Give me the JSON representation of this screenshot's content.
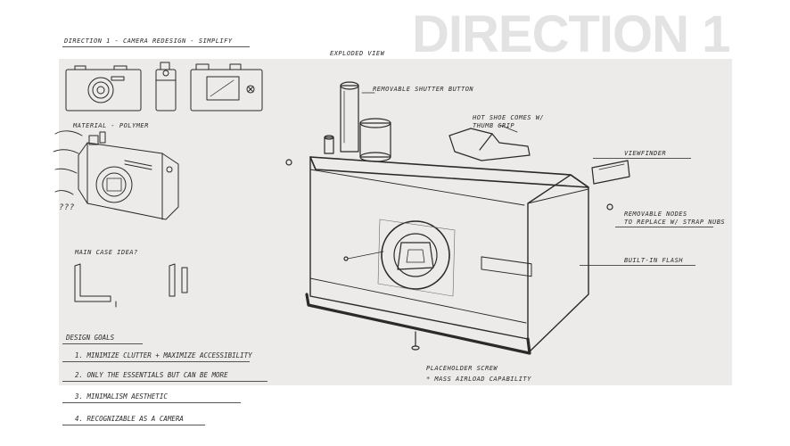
{
  "page": {
    "big_title": "DIRECTION 1",
    "direction_label": "DIRECTION 1 - CAMERA REDESIGN - SIMPLIFY",
    "exploded_view": "EXPLODED VIEW"
  },
  "labels": {
    "material": "MATERIAL - POLYMER",
    "question": "???",
    "main_case": "MAIN CASE IDEA?",
    "shutter": "REMOVABLE SHUTTER BUTTON",
    "hotshoe": "HOT SHOE COMES W/ THUMB GRIP",
    "viewfinder": "VIEWFINDER",
    "nodes_1": "REMOVABLE NODES",
    "nodes_2": "TO REPLACE W/ STRAP NUBS",
    "flash": "BUILT-IN FLASH",
    "screw_1": "PLACEHOLDER SCREW",
    "screw_2": "* MASS AIRLOAD CAPABILITY"
  },
  "goals": {
    "heading": "DESIGN GOALS",
    "items": [
      "1. MINIMIZE CLUTTER + MAXIMIZE ACCESSIBILITY",
      "2. ONLY THE ESSENTIALS BUT CAN BE MORE",
      "3. MINIMALISM AESTHETIC",
      "4. RECOGNIZABLE AS A CAMERA"
    ]
  },
  "colors": {
    "sheet": "#ecebea",
    "ink": "#1e1e1e",
    "title": "#e3e3e3"
  }
}
